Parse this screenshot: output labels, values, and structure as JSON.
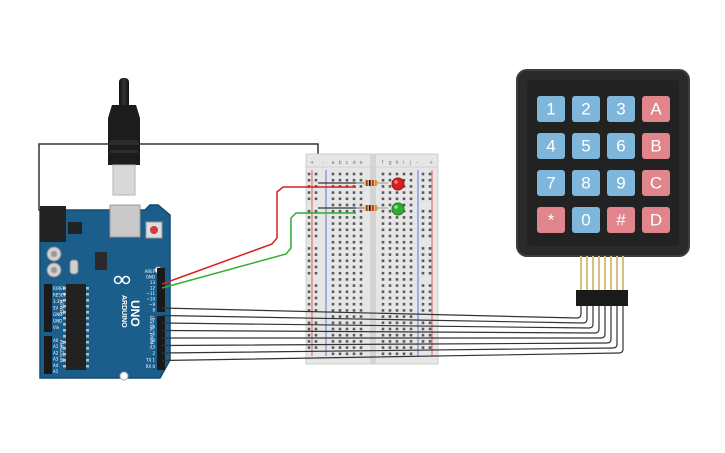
{
  "arduino": {
    "model": "UNO",
    "brand": "ARDUINO",
    "digital_label": "DIGITAL (PWM~)",
    "power_label": "POWER",
    "analog_label": "ANALOG IN",
    "header_top": [
      "AREF",
      "GND",
      "13",
      "12",
      "~11",
      "~10",
      "~9",
      "8"
    ],
    "header_bottom": [
      "7",
      "~6",
      "~5",
      "4",
      "~3",
      "2",
      "TX 1",
      "RX 0"
    ],
    "power_pins": [
      "IOREF",
      "RESET",
      "3.3V",
      "5V",
      "GND",
      "GND",
      "Vin"
    ],
    "analog_pins": [
      "A0",
      "A1",
      "A2",
      "A3",
      "A4",
      "A5"
    ],
    "colors": {
      "board": "#1b5e8c",
      "board_dark": "#124a70"
    }
  },
  "breadboard": {
    "column_letters_left": [
      "a",
      "b",
      "c",
      "d",
      "e"
    ],
    "column_letters_right": [
      "f",
      "g",
      "h",
      "i",
      "j"
    ],
    "rail_plus": "+",
    "rail_minus": "-",
    "row_count": 30
  },
  "leds": [
    {
      "name": "red-led",
      "color": "#d42020"
    },
    {
      "name": "green-led",
      "color": "#2fae2f"
    }
  ],
  "keypad": {
    "keys": [
      [
        "1",
        "2",
        "3",
        "A"
      ],
      [
        "4",
        "5",
        "6",
        "B"
      ],
      [
        "7",
        "8",
        "9",
        "C"
      ],
      [
        "*",
        "0",
        "#",
        "D"
      ]
    ],
    "colors": {
      "frame": "#2a2a2a",
      "digit": "#7fb7dc",
      "letter": "#e0858c"
    }
  },
  "wires": {
    "colors": {
      "red": "#d42020",
      "green": "#2fae2f",
      "black": "#333333"
    }
  }
}
